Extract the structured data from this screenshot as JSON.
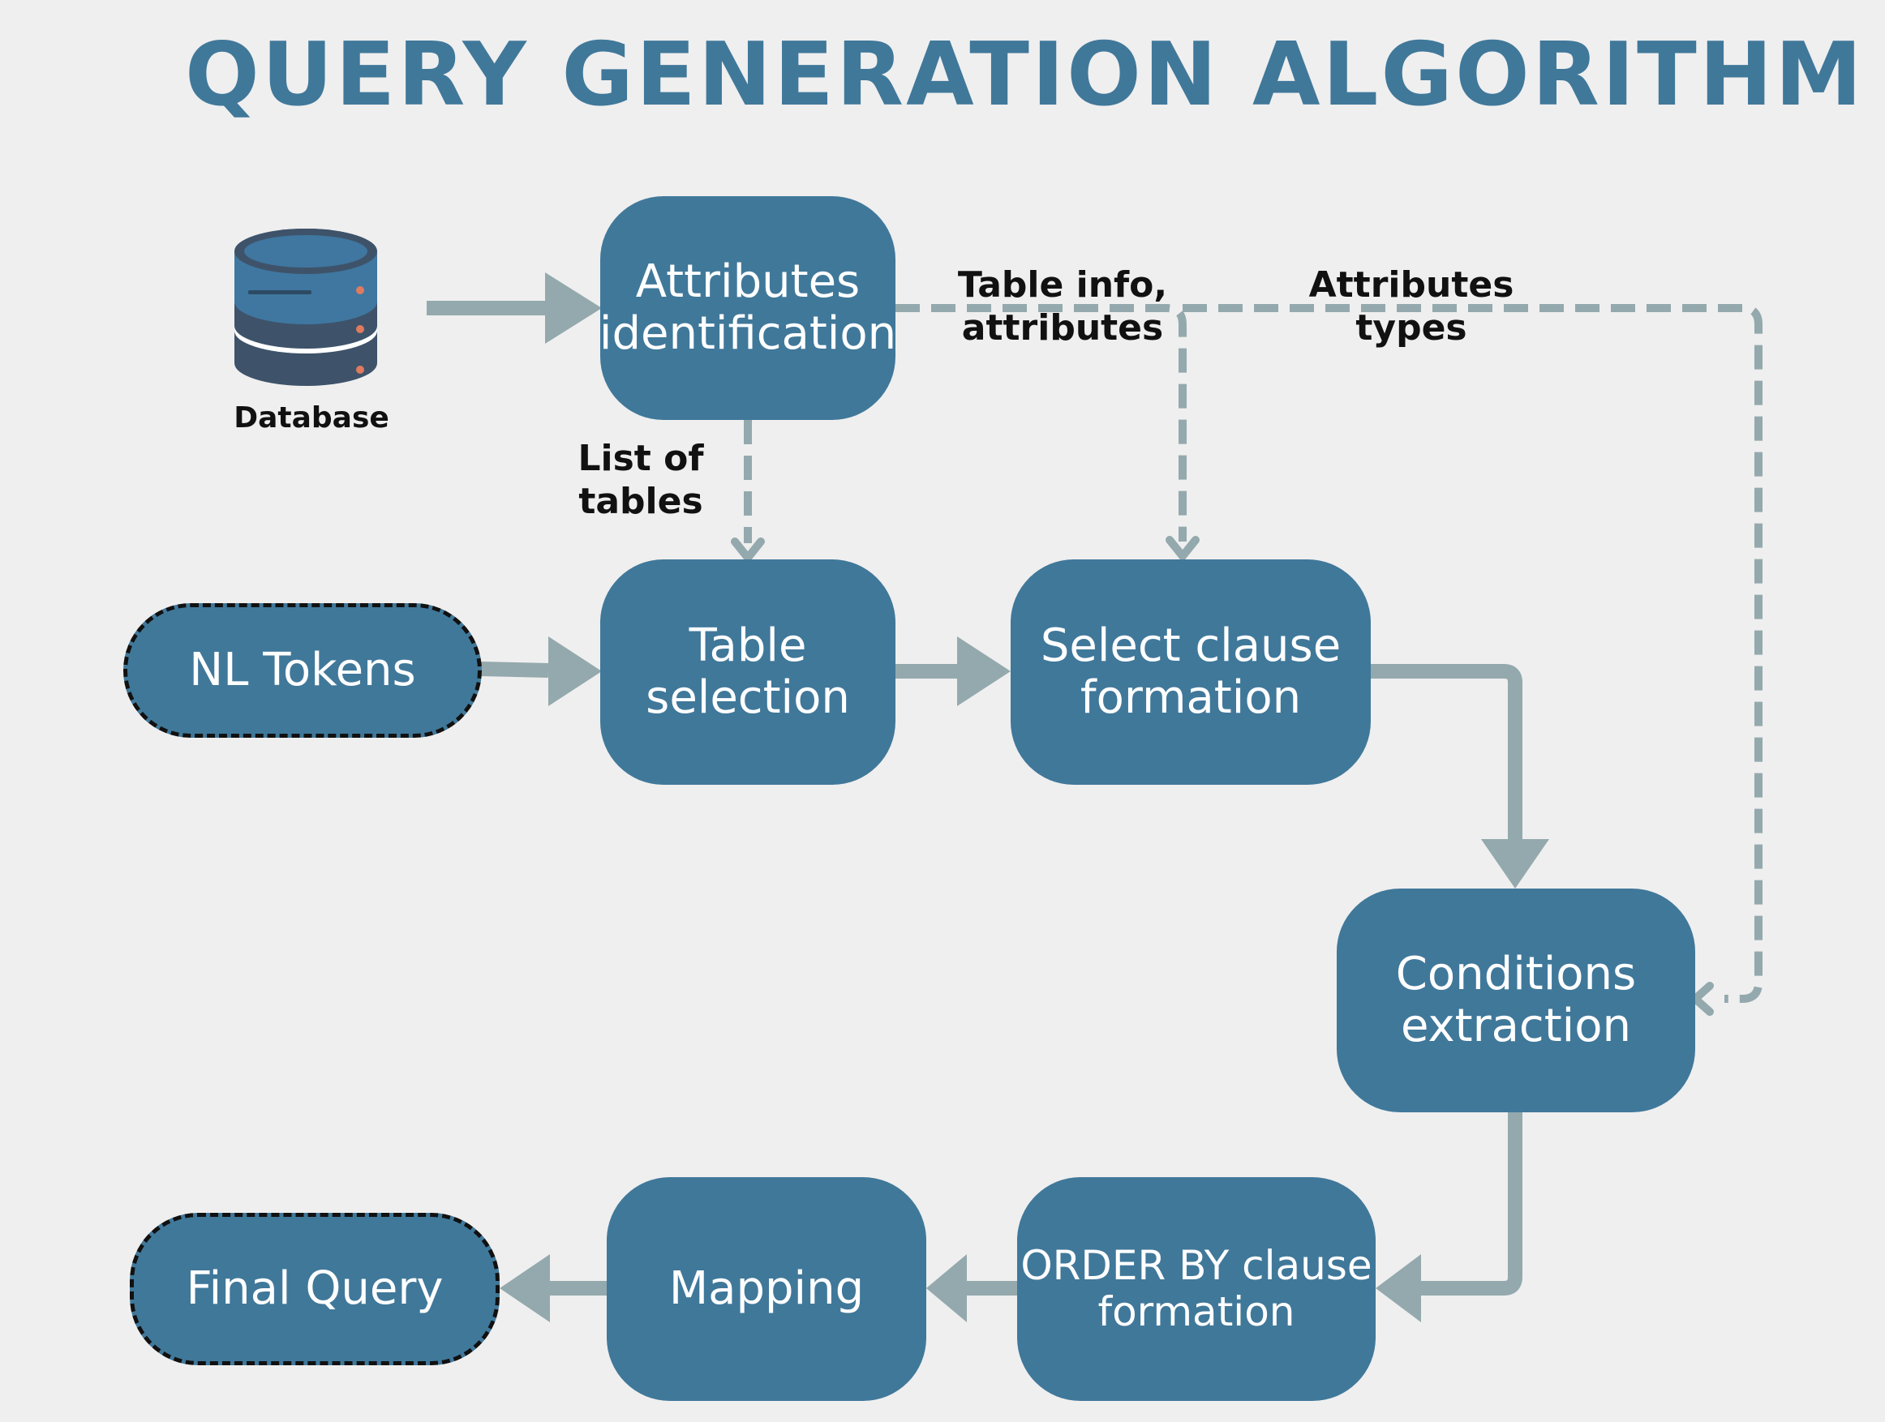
{
  "title": "QUERY GENERATION ALGORITHM",
  "database": {
    "label": "Database",
    "icon": "database-icon"
  },
  "nodes": {
    "attributes_identification": "Attributes\nidentification",
    "nl_tokens": "NL Tokens",
    "table_selection": "Table\nselection",
    "select_clause": "Select clause\nformation",
    "conditions": "Conditions\nextraction",
    "order_by": "ORDER BY clause\nformation",
    "mapping": "Mapping",
    "final_query": "Final Query"
  },
  "edge_labels": {
    "list_of_tables": "List of\ntables",
    "table_info": "Table info,\nattributes",
    "attribute_types": "Attributes\ntypes"
  },
  "colors": {
    "background": "#efefef",
    "node_fill": "#40789a",
    "title": "#40789a",
    "arrow": "#94a9ad",
    "terminal_border": "#111111",
    "db_light": "#3f77a0",
    "db_dark": "#3e536a",
    "db_led": "#e07a5f"
  }
}
